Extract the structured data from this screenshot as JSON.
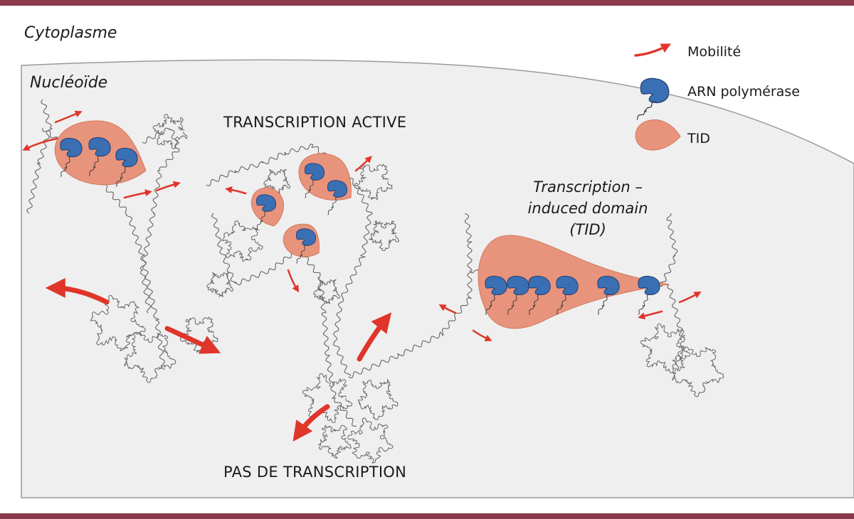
{
  "colors": {
    "border": "#8a3a4c",
    "nucleoid_fill": "#efefef",
    "nucleoid_stroke": "#9a9a9a",
    "tid": "#e8937c",
    "tid_stroke": "#c9704f",
    "polymerase": "#3a6fb4",
    "polymerase_stroke": "#1f3f73",
    "arrow": "#e0352a",
    "dna": "#666666"
  },
  "labels": {
    "cytoplasm": "Cytoplasme",
    "nucleoid": "Nucléoïde",
    "active": "TRANSCRIPTION ACTIVE",
    "inactive": "PAS DE TRANSCRIPTION",
    "tid_line1": "Transcription –",
    "tid_line2": "induced domain",
    "tid_line3": "(TID)"
  },
  "legend": {
    "mobility": "Mobilité",
    "polymerase": "ARN polymérase",
    "tid": "TID"
  },
  "icons": [
    "mobility-arrow-icon",
    "rna-polymerase-icon",
    "tid-droplet-icon"
  ]
}
